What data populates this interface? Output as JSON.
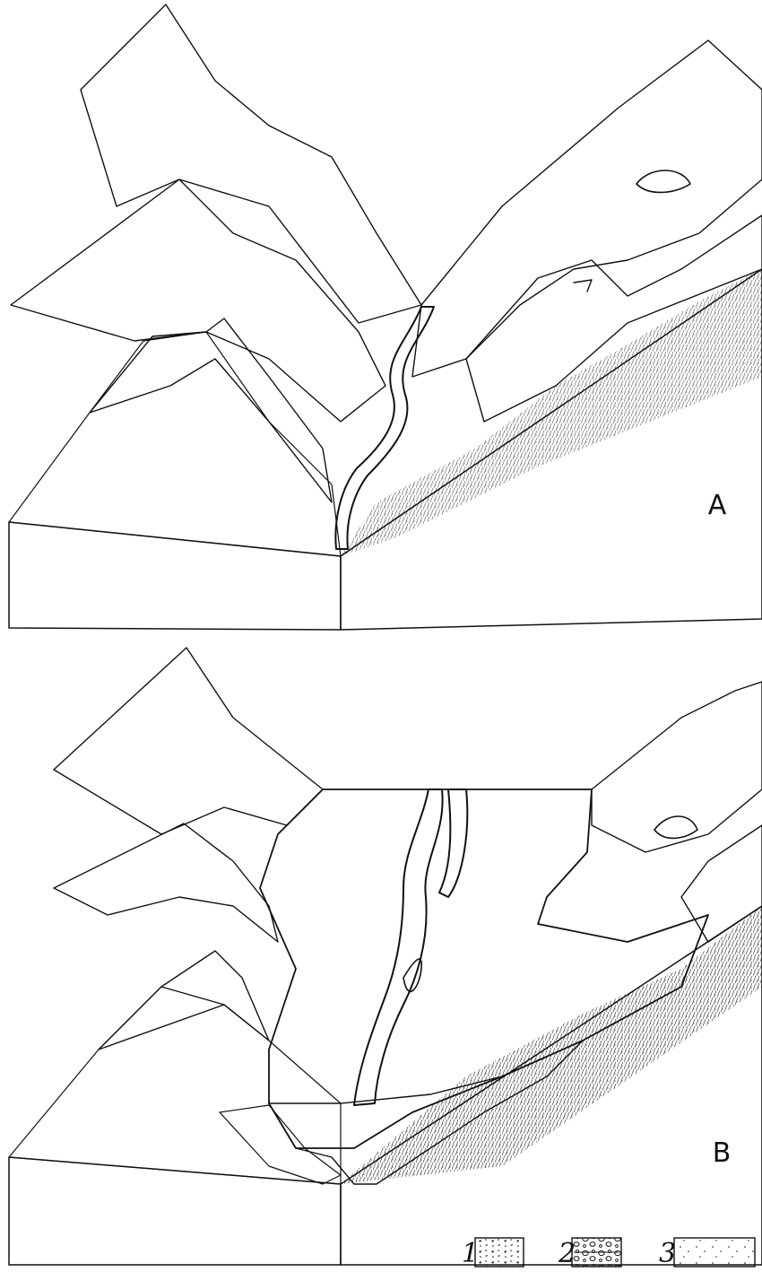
{
  "figure": {
    "panels": [
      {
        "id": "A",
        "label": "A"
      },
      {
        "id": "B",
        "label": "B"
      }
    ],
    "legend": [
      {
        "number": "1",
        "pattern": "coarse-angular-debris"
      },
      {
        "number": "2",
        "pattern": "gravel-with-sand-lenses"
      },
      {
        "number": "3",
        "pattern": "fine-sand-dots"
      }
    ],
    "colors": {
      "ink": "#111111",
      "paper": "#ffffff"
    }
  }
}
